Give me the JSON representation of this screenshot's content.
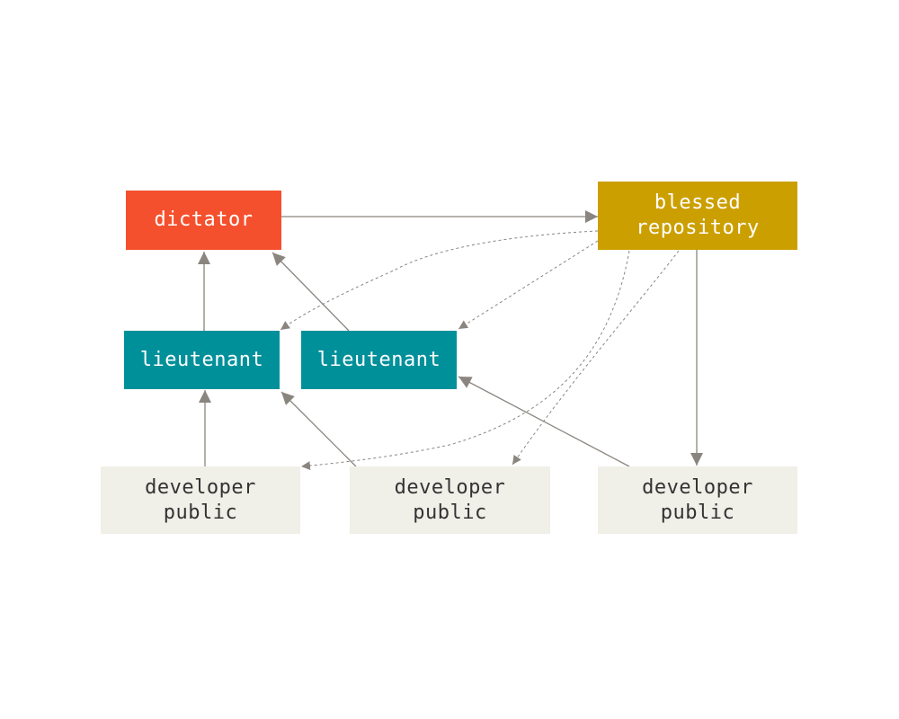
{
  "colors": {
    "dictator": "#f5502d",
    "blessed": "#cc9f00",
    "lieutenant": "#00909a",
    "developer": "#f0efe8",
    "edge": "#8a857f"
  },
  "nodes": {
    "dictator": {
      "lines": [
        "dictator"
      ]
    },
    "blessed": {
      "lines": [
        "blessed",
        "repository"
      ]
    },
    "lieutenant_1": {
      "lines": [
        "lieutenant"
      ]
    },
    "lieutenant_2": {
      "lines": [
        "lieutenant"
      ]
    },
    "developer_1": {
      "lines": [
        "developer",
        "public"
      ]
    },
    "developer_2": {
      "lines": [
        "developer",
        "public"
      ]
    },
    "developer_3": {
      "lines": [
        "developer",
        "public"
      ]
    }
  },
  "edges": [
    {
      "from": "dictator",
      "to": "blessed",
      "style": "solid"
    },
    {
      "from": "lieutenant_1",
      "to": "dictator",
      "style": "solid"
    },
    {
      "from": "lieutenant_2",
      "to": "dictator",
      "style": "solid"
    },
    {
      "from": "developer_1",
      "to": "lieutenant_1",
      "style": "solid"
    },
    {
      "from": "developer_2",
      "to": "lieutenant_1",
      "style": "solid"
    },
    {
      "from": "developer_3",
      "to": "lieutenant_2",
      "style": "solid"
    },
    {
      "from": "blessed",
      "to": "developer_3",
      "style": "solid"
    },
    {
      "from": "blessed",
      "to": "lieutenant_1",
      "style": "dashed"
    },
    {
      "from": "blessed",
      "to": "lieutenant_2",
      "style": "dashed"
    },
    {
      "from": "blessed",
      "to": "developer_1",
      "style": "dashed"
    },
    {
      "from": "blessed",
      "to": "developer_2",
      "style": "dashed"
    }
  ]
}
